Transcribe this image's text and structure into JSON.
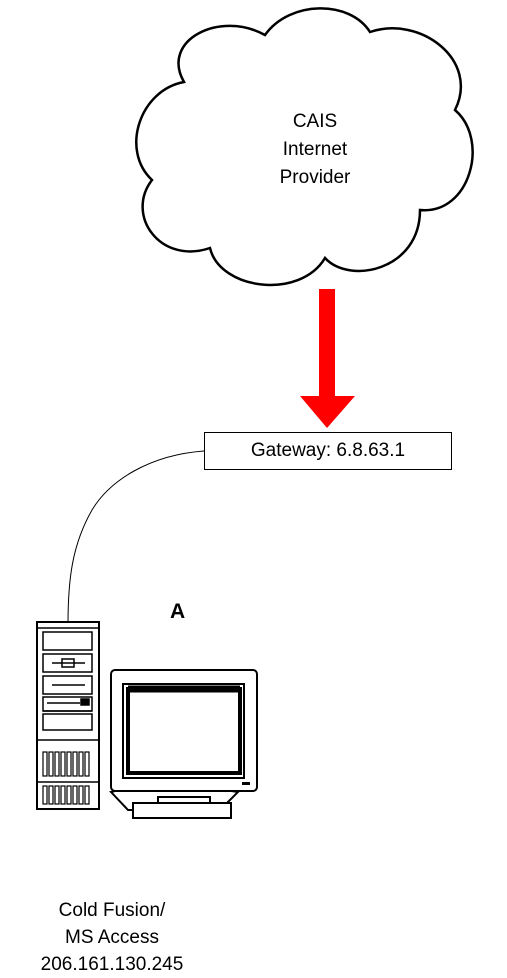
{
  "cloud": {
    "lines": [
      "CAIS",
      "Internet",
      "Provider"
    ]
  },
  "gateway": {
    "label": "Gateway: 6.8.63.1"
  },
  "marker": {
    "label": "A"
  },
  "server": {
    "lines": [
      "Cold Fusion/",
      "MS Access",
      "206.161.130.245"
    ]
  },
  "colors": {
    "arrow": "#ff0000",
    "line": "#000000",
    "background": "#ffffff"
  },
  "icons": {
    "cloud": "cloud-icon",
    "server": "server-tower-icon",
    "monitor": "monitor-icon",
    "arrow": "arrow-down-icon"
  }
}
